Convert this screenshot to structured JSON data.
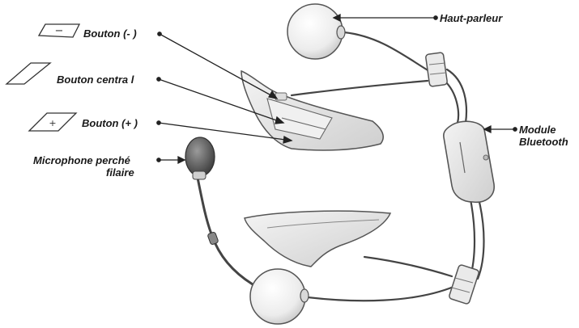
{
  "labels": {
    "minus_button": "Bouton (- )",
    "center_button": "Bouton centra l",
    "plus_button": "Bouton (+ )",
    "microphone_line1": "Microphone perché",
    "microphone_line2": "filaire",
    "speaker": "Haut-parleur",
    "module_line1": "Module",
    "module_line2": "Bluetooth"
  },
  "icons": {
    "minus_glyph": "−",
    "plus_glyph": "+"
  },
  "colors": {
    "ink": "#1a1a1a",
    "part_fill": "#e6e6e6",
    "part_stroke": "#555555"
  }
}
